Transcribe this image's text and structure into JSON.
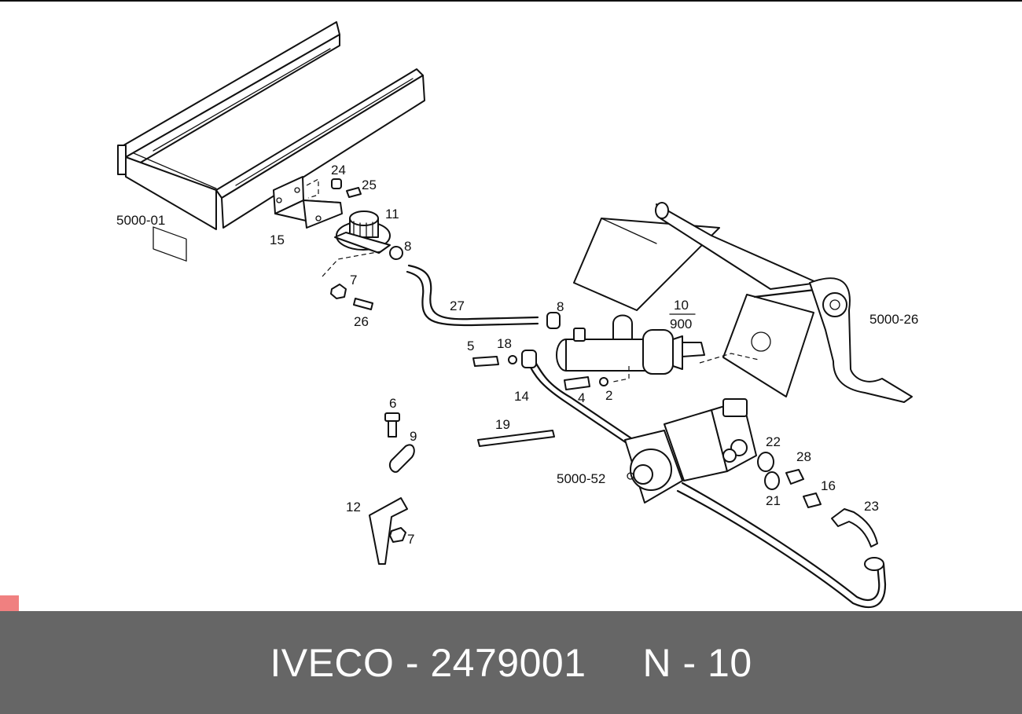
{
  "diagram": {
    "labels": {
      "p24": "24",
      "p25": "25",
      "p11": "11",
      "p5000_01": "5000-01",
      "p15": "15",
      "p8a": "8",
      "p7a": "7",
      "p26": "26",
      "p27": "27",
      "p8b": "8",
      "p10": "10",
      "p900": "900",
      "p5000_26": "5000-26",
      "p5": "5",
      "p18": "18",
      "p14": "14",
      "p4": "4",
      "p2": "2",
      "p6": "6",
      "p9": "9",
      "p19": "19",
      "p5000_52": "5000-52",
      "p22": "22",
      "p28": "28",
      "p21": "21",
      "p16": "16",
      "p23": "23",
      "p12": "12",
      "p7b": "7"
    }
  },
  "caption": {
    "text": "IVECO - 2479001     N - 10"
  },
  "colors": {
    "caption_bg": "#666666",
    "caption_fg": "#ffffff",
    "marker": "#f08080",
    "line": "#111111"
  }
}
